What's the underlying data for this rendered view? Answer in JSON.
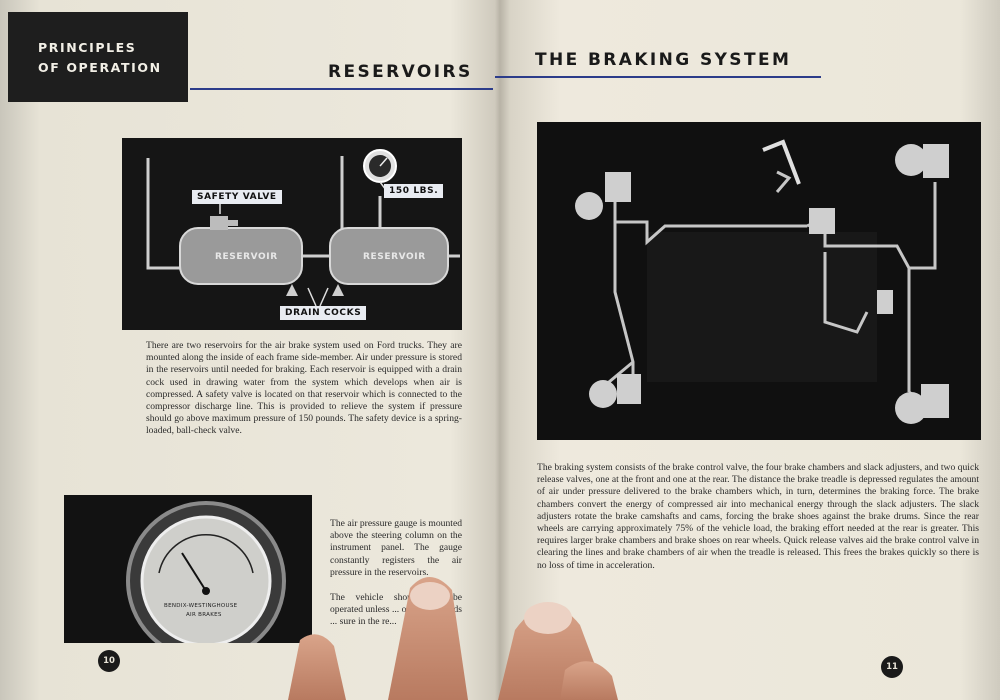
{
  "left": {
    "section_tab": [
      "PRINCIPLES",
      "OF OPERATION"
    ],
    "heading": "RESERVOIRS",
    "diagram_labels": {
      "safety_valve": "SAFETY VALVE",
      "pressure": "150 LBS.",
      "reservoir_1": "RESERVOIR",
      "reservoir_2": "RESERVOIR",
      "drain_cocks": "DRAIN COCKS"
    },
    "paragraph_1": "There are two reservoirs for the air brake system used on Ford trucks. They are mounted along the inside of each frame side-member. Air under pressure is stored in the reservoirs until needed for braking. Each reservoir is equipped with a drain cock used in drawing water from the system which develops when air is compressed. A safety valve is located on that reservoir which is connected to the compressor discharge line. This is provided to relieve the system if pressure should go above maximum pressure of 150 pounds. The safety device is a spring-loaded, ball-check valve.",
    "paragraph_2": "The air pressure gauge is mounted above the steering column on the instrument panel. The gauge constantly registers the air pressure in the reservoirs.",
    "paragraph_3": "The vehicle should not be operated unless ... or more pounds ... sure in the re...",
    "gauge_text": [
      "BENDIX-WESTINGHOUSE",
      "AIR BRAKES"
    ],
    "page_number": "10"
  },
  "right": {
    "heading": "THE BRAKING SYSTEM",
    "paragraph": "The braking system consists of the brake control valve, the four brake chambers and slack adjusters, and two quick release valves, one at the front and one at the rear. The distance the brake treadle is depressed regulates the amount of air under pressure delivered to the brake chambers which, in turn, determines the braking force. The brake chambers convert the energy of compressed air into mechanical energy through the slack adjusters. The slack adjusters rotate the brake camshafts and cams, forcing the brake shoes against the brake drums. Since the rear wheels are carrying approximately 75% of the vehicle load, the braking effort needed at the rear is greater. This requires larger brake chambers and brake shoes on rear wheels. Quick release valves aid the brake control valve in clearing the lines and brake chambers of air when the treadle is released. This frees the brakes quickly so there is no loss of time in acceleration.",
    "page_number": "11"
  },
  "colors": {
    "rule": "#2c3c8a",
    "tab": "#1e1e1e",
    "paper": "#ece8dc"
  }
}
